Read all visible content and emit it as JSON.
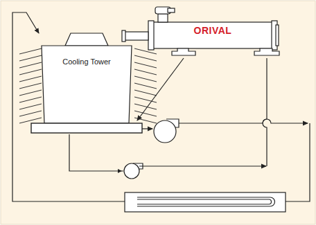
{
  "diagram": {
    "nodes": [
      {
        "text": [
          "Cooling Tower"
        ]
      },
      {
        "text": [
          "ORIVAL"
        ]
      }
    ],
    "edges": [
      {
        "from": 1,
        "to": 0,
        "arrow": "to"
      },
      {
        "from": 0,
        "to": 1,
        "arrow": "to"
      }
    ]
  }
}
